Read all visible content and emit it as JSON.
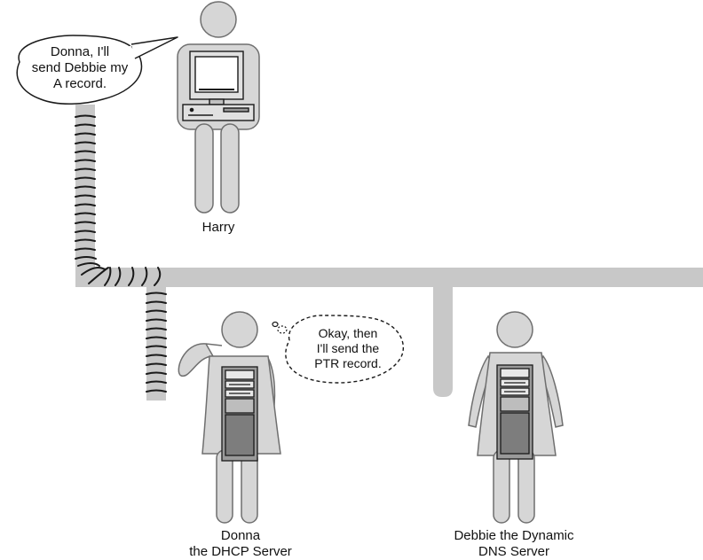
{
  "bubbles": {
    "harry": [
      "Donna, I'll",
      "send Debbie my",
      "A record."
    ],
    "donna": [
      "Okay, then",
      "I'll send the",
      "PTR record."
    ]
  },
  "labels": {
    "harry": "Harry",
    "donna": [
      "Donna",
      "the DHCP Server"
    ],
    "debbie": [
      "Debbie the Dynamic",
      "DNS Server"
    ]
  },
  "colors": {
    "figure_fill": "#d6d6d6",
    "figure_stroke": "#6f6f6f",
    "network": "#c8c8c8",
    "coil": "#1a1a1a",
    "server_dark": "#8a8a8a"
  }
}
